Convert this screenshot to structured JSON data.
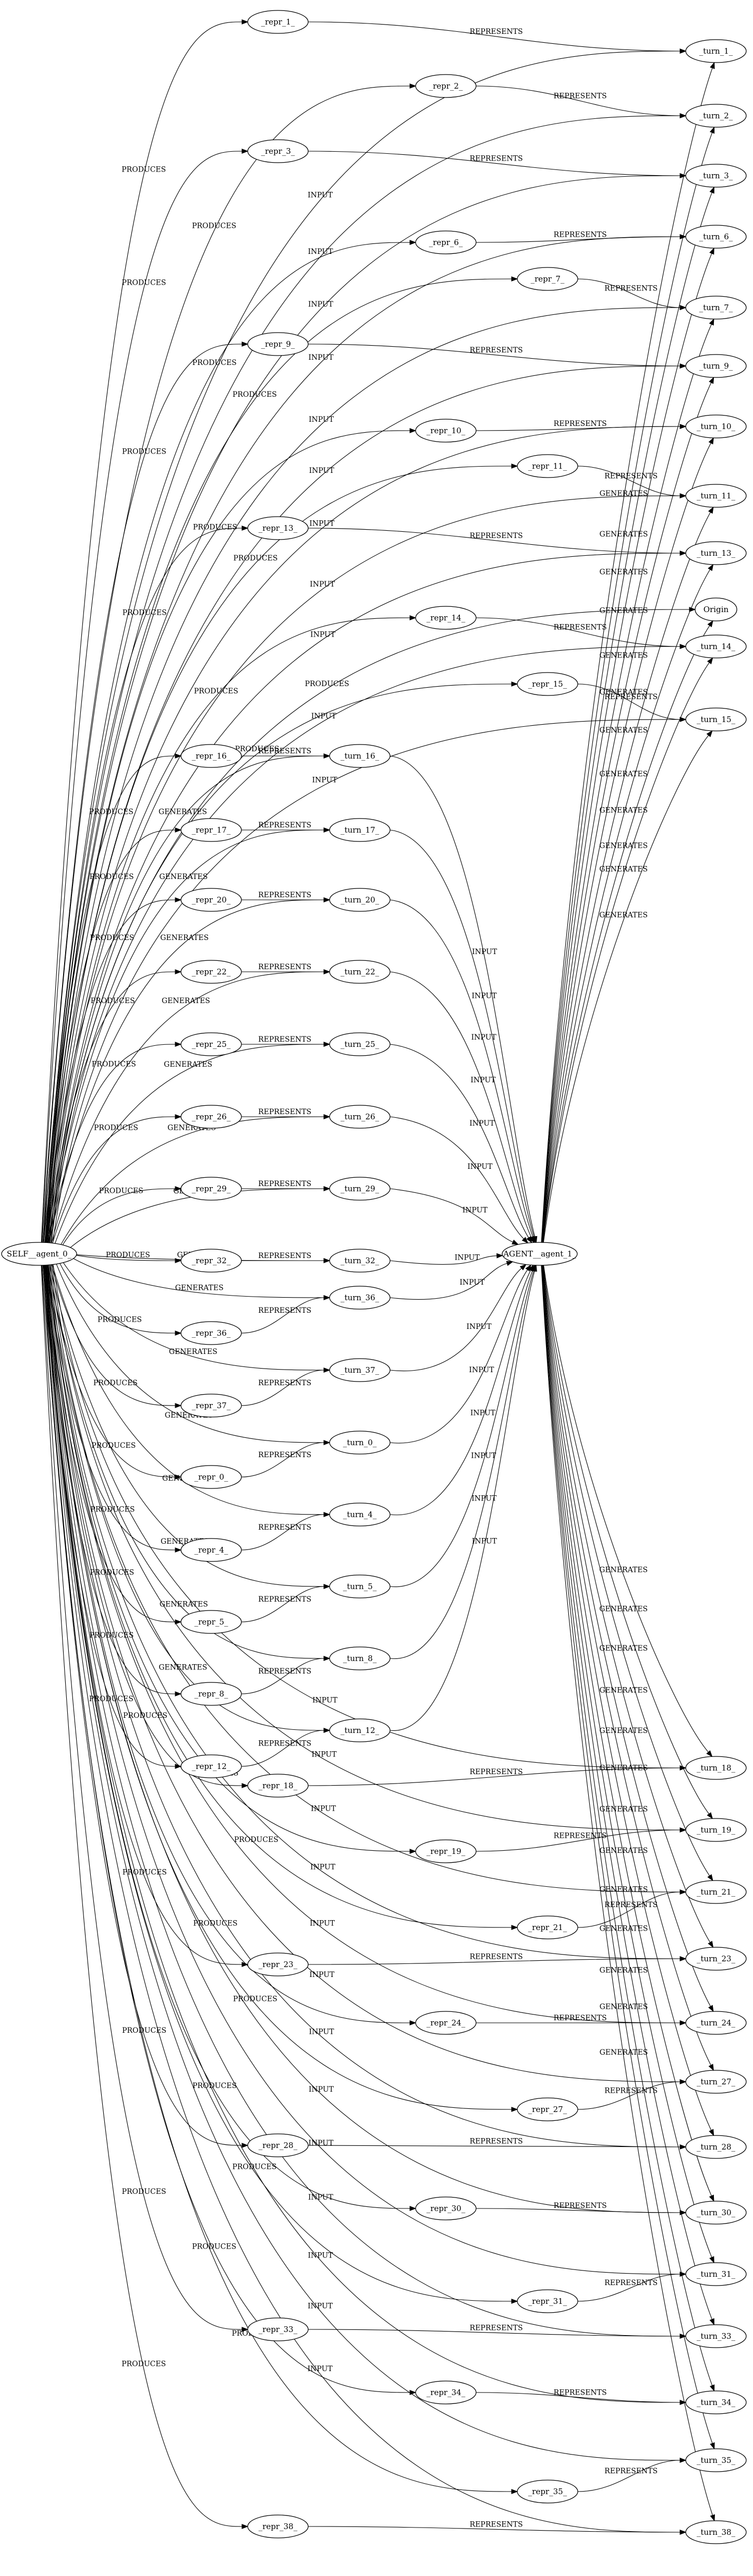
{
  "graph": {
    "nodes": [
      {
        "id": "self",
        "label": "SELF__agent_0_"
      },
      {
        "id": "agent",
        "label": "AGENT__agent_1_"
      },
      {
        "id": "origin",
        "label": "Origin"
      },
      {
        "id": "r1",
        "label": "_repr_1_"
      },
      {
        "id": "t1",
        "label": "_turn_1_"
      },
      {
        "id": "r2",
        "label": "_repr_2_"
      },
      {
        "id": "t2",
        "label": "_turn_2_"
      },
      {
        "id": "r3",
        "label": "_repr_3_"
      },
      {
        "id": "t3",
        "label": "_turn_3_"
      },
      {
        "id": "r6",
        "label": "_repr_6_"
      },
      {
        "id": "t6",
        "label": "_turn_6_"
      },
      {
        "id": "r7",
        "label": "_repr_7_"
      },
      {
        "id": "t7",
        "label": "_turn_7_"
      },
      {
        "id": "r9",
        "label": "_repr_9_"
      },
      {
        "id": "t9",
        "label": "_turn_9_"
      },
      {
        "id": "r10",
        "label": "_repr_10_"
      },
      {
        "id": "t10",
        "label": "_turn_10_"
      },
      {
        "id": "r11",
        "label": "_repr_11_"
      },
      {
        "id": "t11",
        "label": "_turn_11_"
      },
      {
        "id": "r13",
        "label": "_repr_13_"
      },
      {
        "id": "t13",
        "label": "_turn_13_"
      },
      {
        "id": "r14",
        "label": "_repr_14_"
      },
      {
        "id": "t14",
        "label": "_turn_14_"
      },
      {
        "id": "r15",
        "label": "_repr_15_"
      },
      {
        "id": "t15",
        "label": "_turn_15_"
      },
      {
        "id": "r16",
        "label": "_repr_16_"
      },
      {
        "id": "t16",
        "label": "_turn_16_"
      },
      {
        "id": "r17",
        "label": "_repr_17_"
      },
      {
        "id": "t17",
        "label": "_turn_17_"
      },
      {
        "id": "r20",
        "label": "_repr_20_"
      },
      {
        "id": "t20",
        "label": "_turn_20_"
      },
      {
        "id": "r22",
        "label": "_repr_22_"
      },
      {
        "id": "t22",
        "label": "_turn_22_"
      },
      {
        "id": "r25",
        "label": "_repr_25_"
      },
      {
        "id": "t25",
        "label": "_turn_25_"
      },
      {
        "id": "r26",
        "label": "_repr_26_"
      },
      {
        "id": "t26",
        "label": "_turn_26_"
      },
      {
        "id": "r29",
        "label": "_repr_29_"
      },
      {
        "id": "t29",
        "label": "_turn_29_"
      },
      {
        "id": "r32",
        "label": "_repr_32_"
      },
      {
        "id": "t32",
        "label": "_turn_32_"
      },
      {
        "id": "r36",
        "label": "_repr_36_"
      },
      {
        "id": "t36",
        "label": "_turn_36_"
      },
      {
        "id": "r37",
        "label": "_repr_37_"
      },
      {
        "id": "t37",
        "label": "_turn_37_"
      },
      {
        "id": "r0",
        "label": "_repr_0_"
      },
      {
        "id": "t0",
        "label": "_turn_0_"
      },
      {
        "id": "r4",
        "label": "_repr_4_"
      },
      {
        "id": "t4",
        "label": "_turn_4_"
      },
      {
        "id": "r5",
        "label": "_repr_5_"
      },
      {
        "id": "t5",
        "label": "_turn_5_"
      },
      {
        "id": "r8",
        "label": "_repr_8_"
      },
      {
        "id": "t8",
        "label": "_turn_8_"
      },
      {
        "id": "r12",
        "label": "_repr_12_"
      },
      {
        "id": "t12",
        "label": "_turn_12_"
      },
      {
        "id": "r18",
        "label": "_repr_18_"
      },
      {
        "id": "t18",
        "label": "_turn_18_"
      },
      {
        "id": "r19",
        "label": "_repr_19_"
      },
      {
        "id": "t19",
        "label": "_turn_19_"
      },
      {
        "id": "r21",
        "label": "_repr_21_"
      },
      {
        "id": "t21",
        "label": "_turn_21_"
      },
      {
        "id": "r23",
        "label": "_repr_23_"
      },
      {
        "id": "t23",
        "label": "_turn_23_"
      },
      {
        "id": "r24",
        "label": "_repr_24_"
      },
      {
        "id": "t24",
        "label": "_turn_24_"
      },
      {
        "id": "r27",
        "label": "_repr_27_"
      },
      {
        "id": "t27",
        "label": "_turn_27_"
      },
      {
        "id": "r28",
        "label": "_repr_28_"
      },
      {
        "id": "t28",
        "label": "_turn_28_"
      },
      {
        "id": "r30",
        "label": "_repr_30_"
      },
      {
        "id": "t30",
        "label": "_turn_30_"
      },
      {
        "id": "r31",
        "label": "_repr_31_"
      },
      {
        "id": "t31",
        "label": "_turn_31_"
      },
      {
        "id": "r33",
        "label": "_repr_33_"
      },
      {
        "id": "t33",
        "label": "_turn_33_"
      },
      {
        "id": "r34",
        "label": "_repr_34_"
      },
      {
        "id": "t34",
        "label": "_turn_34_"
      },
      {
        "id": "r35",
        "label": "_repr_35_"
      },
      {
        "id": "t35",
        "label": "_turn_35_"
      },
      {
        "id": "r38",
        "label": "_repr_38_"
      },
      {
        "id": "t38",
        "label": "_turn_38_"
      }
    ],
    "edges": [
      {
        "from": "self",
        "to": "r1",
        "label": "PRODUCES"
      },
      {
        "from": "r1",
        "to": "t1",
        "label": "REPRESENTS"
      },
      {
        "from": "self",
        "to": "t1",
        "label": "INPUT"
      },
      {
        "from": "agent",
        "to": "t1",
        "label": "GENERATES"
      },
      {
        "from": "self",
        "to": "r2",
        "label": "PRODUCES"
      },
      {
        "from": "r2",
        "to": "t2",
        "label": "REPRESENTS"
      },
      {
        "from": "self",
        "to": "t2",
        "label": "INPUT"
      },
      {
        "from": "agent",
        "to": "t2",
        "label": "GENERATES"
      },
      {
        "from": "self",
        "to": "r3",
        "label": "PRODUCES"
      },
      {
        "from": "r3",
        "to": "t3",
        "label": "REPRESENTS"
      },
      {
        "from": "self",
        "to": "t3",
        "label": "INPUT"
      },
      {
        "from": "agent",
        "to": "t3",
        "label": "GENERATES"
      },
      {
        "from": "self",
        "to": "r6",
        "label": "PRODUCES"
      },
      {
        "from": "r6",
        "to": "t6",
        "label": "REPRESENTS"
      },
      {
        "from": "self",
        "to": "t6",
        "label": "INPUT"
      },
      {
        "from": "agent",
        "to": "t6",
        "label": "GENERATES"
      },
      {
        "from": "self",
        "to": "r7",
        "label": "PRODUCES"
      },
      {
        "from": "r7",
        "to": "t7",
        "label": "REPRESENTS"
      },
      {
        "from": "self",
        "to": "t7",
        "label": "INPUT"
      },
      {
        "from": "agent",
        "to": "t7",
        "label": "GENERATES"
      },
      {
        "from": "self",
        "to": "r9",
        "label": "PRODUCES"
      },
      {
        "from": "r9",
        "to": "t9",
        "label": "REPRESENTS"
      },
      {
        "from": "self",
        "to": "t9",
        "label": "INPUT"
      },
      {
        "from": "agent",
        "to": "t9",
        "label": "GENERATES"
      },
      {
        "from": "self",
        "to": "r10",
        "label": "PRODUCES"
      },
      {
        "from": "r10",
        "to": "t10",
        "label": "REPRESENTS"
      },
      {
        "from": "self",
        "to": "t10",
        "label": "INPUT"
      },
      {
        "from": "agent",
        "to": "t10",
        "label": "GENERATES"
      },
      {
        "from": "self",
        "to": "r11",
        "label": "PRODUCES"
      },
      {
        "from": "r11",
        "to": "t11",
        "label": "REPRESENTS"
      },
      {
        "from": "self",
        "to": "t11",
        "label": "INPUT"
      },
      {
        "from": "agent",
        "to": "t11",
        "label": "GENERATES"
      },
      {
        "from": "self",
        "to": "r13",
        "label": "PRODUCES"
      },
      {
        "from": "r13",
        "to": "t13",
        "label": "REPRESENTS"
      },
      {
        "from": "self",
        "to": "t13",
        "label": "INPUT"
      },
      {
        "from": "agent",
        "to": "t13",
        "label": "GENERATES"
      },
      {
        "from": "self",
        "to": "origin",
        "label": "PRODUCES"
      },
      {
        "from": "agent",
        "to": "origin",
        "label": "GENERATES"
      },
      {
        "from": "self",
        "to": "r14",
        "label": "PRODUCES"
      },
      {
        "from": "r14",
        "to": "t14",
        "label": "REPRESENTS"
      },
      {
        "from": "self",
        "to": "t14",
        "label": "INPUT"
      },
      {
        "from": "agent",
        "to": "t14",
        "label": "GENERATES"
      },
      {
        "from": "self",
        "to": "r15",
        "label": "PRODUCES"
      },
      {
        "from": "r15",
        "to": "t15",
        "label": "REPRESENTS"
      },
      {
        "from": "self",
        "to": "t15",
        "label": "INPUT"
      },
      {
        "from": "agent",
        "to": "t15",
        "label": "GENERATES"
      },
      {
        "from": "self",
        "to": "t16",
        "label": "GENERATES"
      },
      {
        "from": "self",
        "to": "r16",
        "label": "PRODUCES"
      },
      {
        "from": "r16",
        "to": "t16",
        "label": "REPRESENTS"
      },
      {
        "from": "t16",
        "to": "agent",
        "label": "INPUT"
      },
      {
        "from": "self",
        "to": "t17",
        "label": "GENERATES"
      },
      {
        "from": "self",
        "to": "r17",
        "label": "PRODUCES"
      },
      {
        "from": "r17",
        "to": "t17",
        "label": "REPRESENTS"
      },
      {
        "from": "t17",
        "to": "agent",
        "label": "INPUT"
      },
      {
        "from": "self",
        "to": "t20",
        "label": "GENERATES"
      },
      {
        "from": "self",
        "to": "r20",
        "label": "PRODUCES"
      },
      {
        "from": "r20",
        "to": "t20",
        "label": "REPRESENTS"
      },
      {
        "from": "t20",
        "to": "agent",
        "label": "INPUT"
      },
      {
        "from": "self",
        "to": "t22",
        "label": "GENERATES"
      },
      {
        "from": "self",
        "to": "r22",
        "label": "PRODUCES"
      },
      {
        "from": "r22",
        "to": "t22",
        "label": "REPRESENTS"
      },
      {
        "from": "t22",
        "to": "agent",
        "label": "INPUT"
      },
      {
        "from": "self",
        "to": "t25",
        "label": "GENERATES"
      },
      {
        "from": "self",
        "to": "r25",
        "label": "PRODUCES"
      },
      {
        "from": "r25",
        "to": "t25",
        "label": "REPRESENTS"
      },
      {
        "from": "t25",
        "to": "agent",
        "label": "INPUT"
      },
      {
        "from": "self",
        "to": "t26",
        "label": "GENERATES"
      },
      {
        "from": "self",
        "to": "r26",
        "label": "PRODUCES"
      },
      {
        "from": "r26",
        "to": "t26",
        "label": "REPRESENTS"
      },
      {
        "from": "t26",
        "to": "agent",
        "label": "INPUT"
      },
      {
        "from": "self",
        "to": "t29",
        "label": "GENERATES"
      },
      {
        "from": "self",
        "to": "r29",
        "label": "PRODUCES"
      },
      {
        "from": "r29",
        "to": "t29",
        "label": "REPRESENTS"
      },
      {
        "from": "t29",
        "to": "agent",
        "label": "INPUT"
      },
      {
        "from": "self",
        "to": "t32",
        "label": "GENERATES"
      },
      {
        "from": "self",
        "to": "r32",
        "label": "PRODUCES"
      },
      {
        "from": "r32",
        "to": "t32",
        "label": "REPRESENTS"
      },
      {
        "from": "t32",
        "to": "agent",
        "label": "INPUT"
      },
      {
        "from": "self",
        "to": "t36",
        "label": "GENERATES"
      },
      {
        "from": "self",
        "to": "r36",
        "label": "PRODUCES"
      },
      {
        "from": "r36",
        "to": "t36",
        "label": "REPRESENTS"
      },
      {
        "from": "t36",
        "to": "agent",
        "label": "INPUT"
      },
      {
        "from": "self",
        "to": "t37",
        "label": "GENERATES"
      },
      {
        "from": "self",
        "to": "r37",
        "label": "PRODUCES"
      },
      {
        "from": "r37",
        "to": "t37",
        "label": "REPRESENTS"
      },
      {
        "from": "t37",
        "to": "agent",
        "label": "INPUT"
      },
      {
        "from": "self",
        "to": "t0",
        "label": "GENERATES"
      },
      {
        "from": "self",
        "to": "r0",
        "label": "PRODUCES"
      },
      {
        "from": "r0",
        "to": "t0",
        "label": "REPRESENTS"
      },
      {
        "from": "t0",
        "to": "agent",
        "label": "INPUT"
      },
      {
        "from": "self",
        "to": "t4",
        "label": "GENERATES"
      },
      {
        "from": "self",
        "to": "r4",
        "label": "PRODUCES"
      },
      {
        "from": "r4",
        "to": "t4",
        "label": "REPRESENTS"
      },
      {
        "from": "t4",
        "to": "agent",
        "label": "INPUT"
      },
      {
        "from": "self",
        "to": "t5",
        "label": "GENERATES"
      },
      {
        "from": "self",
        "to": "r5",
        "label": "PRODUCES"
      },
      {
        "from": "r5",
        "to": "t5",
        "label": "REPRESENTS"
      },
      {
        "from": "t5",
        "to": "agent",
        "label": "INPUT"
      },
      {
        "from": "self",
        "to": "t8",
        "label": "GENERATES"
      },
      {
        "from": "self",
        "to": "r8",
        "label": "PRODUCES"
      },
      {
        "from": "r8",
        "to": "t8",
        "label": "REPRESENTS"
      },
      {
        "from": "t8",
        "to": "agent",
        "label": "INPUT"
      },
      {
        "from": "self",
        "to": "t12",
        "label": "GENERATES"
      },
      {
        "from": "self",
        "to": "r12",
        "label": "PRODUCES"
      },
      {
        "from": "r12",
        "to": "t12",
        "label": "REPRESENTS"
      },
      {
        "from": "t12",
        "to": "agent",
        "label": "INPUT"
      },
      {
        "from": "self",
        "to": "r18",
        "label": "PRODUCES"
      },
      {
        "from": "r18",
        "to": "t18",
        "label": "REPRESENTS"
      },
      {
        "from": "self",
        "to": "t18",
        "label": "INPUT"
      },
      {
        "from": "agent",
        "to": "t18",
        "label": "GENERATES"
      },
      {
        "from": "self",
        "to": "r19",
        "label": "PRODUCES"
      },
      {
        "from": "r19",
        "to": "t19",
        "label": "REPRESENTS"
      },
      {
        "from": "self",
        "to": "t19",
        "label": "INPUT"
      },
      {
        "from": "agent",
        "to": "t19",
        "label": "GENERATES"
      },
      {
        "from": "self",
        "to": "r21",
        "label": "PRODUCES"
      },
      {
        "from": "r21",
        "to": "t21",
        "label": "REPRESENTS"
      },
      {
        "from": "self",
        "to": "t21",
        "label": "INPUT"
      },
      {
        "from": "agent",
        "to": "t21",
        "label": "GENERATES"
      },
      {
        "from": "self",
        "to": "r23",
        "label": "PRODUCES"
      },
      {
        "from": "r23",
        "to": "t23",
        "label": "REPRESENTS"
      },
      {
        "from": "self",
        "to": "t23",
        "label": "INPUT"
      },
      {
        "from": "agent",
        "to": "t23",
        "label": "GENERATES"
      },
      {
        "from": "self",
        "to": "r24",
        "label": "PRODUCES"
      },
      {
        "from": "r24",
        "to": "t24",
        "label": "REPRESENTS"
      },
      {
        "from": "self",
        "to": "t24",
        "label": "INPUT"
      },
      {
        "from": "agent",
        "to": "t24",
        "label": "GENERATES"
      },
      {
        "from": "self",
        "to": "r27",
        "label": "PRODUCES"
      },
      {
        "from": "r27",
        "to": "t27",
        "label": "REPRESENTS"
      },
      {
        "from": "self",
        "to": "t27",
        "label": "INPUT"
      },
      {
        "from": "agent",
        "to": "t27",
        "label": "GENERATES"
      },
      {
        "from": "self",
        "to": "r28",
        "label": "PRODUCES"
      },
      {
        "from": "r28",
        "to": "t28",
        "label": "REPRESENTS"
      },
      {
        "from": "self",
        "to": "t28",
        "label": "INPUT"
      },
      {
        "from": "agent",
        "to": "t28",
        "label": "GENERATES"
      },
      {
        "from": "self",
        "to": "r30",
        "label": "PRODUCES"
      },
      {
        "from": "r30",
        "to": "t30",
        "label": "REPRESENTS"
      },
      {
        "from": "self",
        "to": "t30",
        "label": "INPUT"
      },
      {
        "from": "agent",
        "to": "t30",
        "label": "GENERATES"
      },
      {
        "from": "self",
        "to": "r31",
        "label": "PRODUCES"
      },
      {
        "from": "r31",
        "to": "t31",
        "label": "REPRESENTS"
      },
      {
        "from": "self",
        "to": "t31",
        "label": "INPUT"
      },
      {
        "from": "agent",
        "to": "t31",
        "label": "GENERATES"
      },
      {
        "from": "self",
        "to": "r33",
        "label": "PRODUCES"
      },
      {
        "from": "r33",
        "to": "t33",
        "label": "REPRESENTS"
      },
      {
        "from": "self",
        "to": "t33",
        "label": "INPUT"
      },
      {
        "from": "agent",
        "to": "t33",
        "label": "GENERATES"
      },
      {
        "from": "self",
        "to": "r34",
        "label": "PRODUCES"
      },
      {
        "from": "r34",
        "to": "t34",
        "label": "REPRESENTS"
      },
      {
        "from": "self",
        "to": "t34",
        "label": "INPUT"
      },
      {
        "from": "agent",
        "to": "t34",
        "label": "GENERATES"
      },
      {
        "from": "self",
        "to": "r35",
        "label": "PRODUCES"
      },
      {
        "from": "r35",
        "to": "t35",
        "label": "REPRESENTS"
      },
      {
        "from": "self",
        "to": "t35",
        "label": "INPUT"
      },
      {
        "from": "agent",
        "to": "t35",
        "label": "GENERATES"
      },
      {
        "from": "self",
        "to": "r38",
        "label": "PRODUCES"
      },
      {
        "from": "r38",
        "to": "t38",
        "label": "REPRESENTS"
      },
      {
        "from": "self",
        "to": "t38",
        "label": "INPUT"
      },
      {
        "from": "agent",
        "to": "t38",
        "label": "GENERATES"
      }
    ]
  }
}
